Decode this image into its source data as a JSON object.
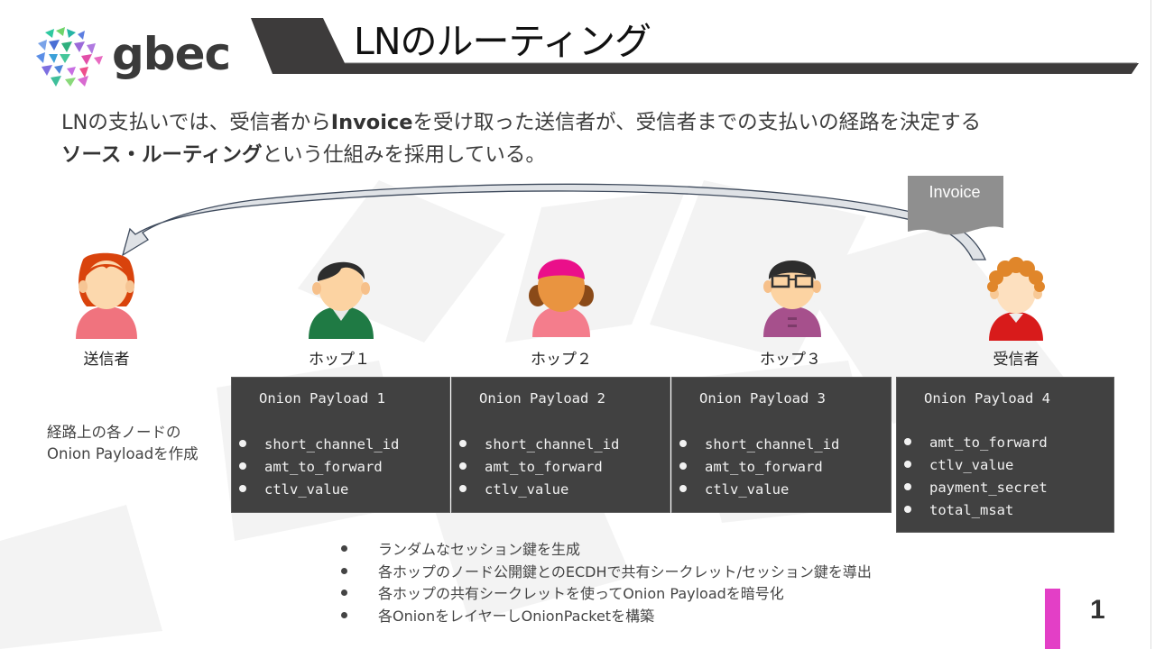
{
  "brand": {
    "logo_text": "gbec",
    "accent_color": "#e33fc6"
  },
  "header": {
    "title": "LNのルーティング",
    "band_color": "#3d3b3b"
  },
  "intro": {
    "line1_pre": "LNの支払いでは、受信者から",
    "line1_bold": "Invoice",
    "line1_post": "を受け取った送信者が、受信者までの支払いの経路を決定する",
    "line2_bold": "ソース・ルーティング",
    "line2_post": "という仕組みを採用している。"
  },
  "invoice": {
    "label": "Invoice",
    "color": "#8f8f8f"
  },
  "nodes": [
    {
      "label": "送信者",
      "role": "sender"
    },
    {
      "label": "ホップ１",
      "role": "hop1"
    },
    {
      "label": "ホップ２",
      "role": "hop2"
    },
    {
      "label": "ホップ３",
      "role": "hop3"
    },
    {
      "label": "受信者",
      "role": "receiver"
    }
  ],
  "side_note": {
    "line1": "経路上の各ノードの",
    "line2": "Onion Payloadを作成"
  },
  "payloads": [
    {
      "title": "Onion Payload 1",
      "fields": [
        "short_channel_id",
        "amt_to_forward",
        "ctlv_value"
      ]
    },
    {
      "title": "Onion Payload 2",
      "fields": [
        "short_channel_id",
        "amt_to_forward",
        "ctlv_value"
      ]
    },
    {
      "title": "Onion Payload 3",
      "fields": [
        "short_channel_id",
        "amt_to_forward",
        "ctlv_value"
      ]
    },
    {
      "title": "Onion Payload 4",
      "fields": [
        "amt_to_forward",
        "ctlv_value",
        "payment_secret",
        "total_msat"
      ]
    }
  ],
  "steps": [
    "ランダムなセッション鍵を生成",
    "各ホップのノード公開鍵とのECDHで共有シークレット/セッション鍵を導出",
    "各ホップの共有シークレットを使ってOnion Payloadを暗号化",
    "各OnionをレイヤーしOnionPacketを構築"
  ],
  "footer": {
    "page_number": "1"
  }
}
